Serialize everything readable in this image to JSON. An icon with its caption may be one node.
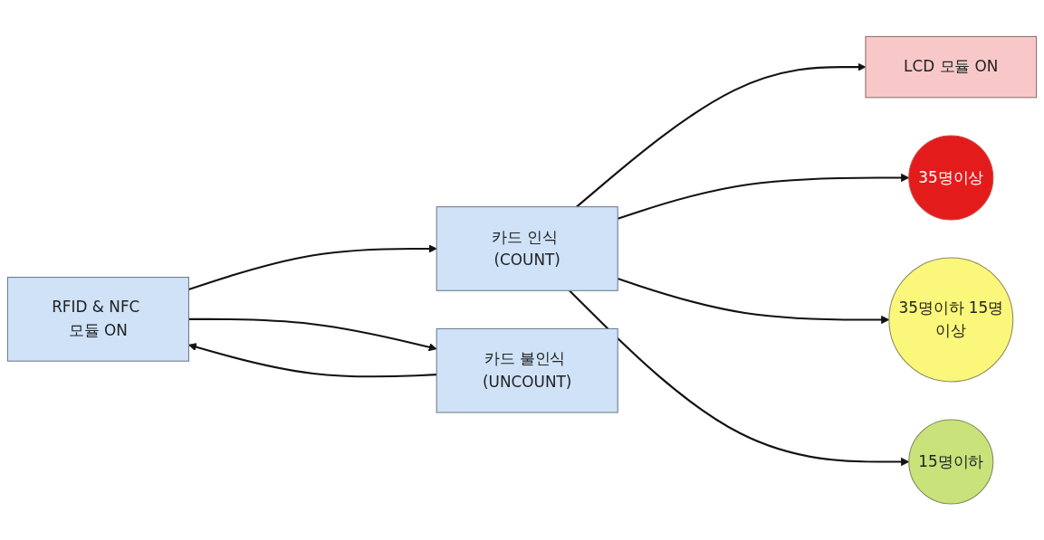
{
  "diagram": {
    "nodes": [
      {
        "text": [
          "RFID & NFC 모듈 ON"
        ]
      },
      {
        "text": [
          "LCD 모듈 ON"
        ]
      },
      {
        "text": [
          "카드 인식 (COUNT)"
        ]
      },
      {
        "text": [
          "카드 불인식 (UNCOUNT)"
        ]
      },
      {
        "text": [
          "35명이상"
        ]
      },
      {
        "text": [
          "35명이하 15명이상"
        ]
      },
      {
        "text": [
          "15명이하"
        ]
      }
    ],
    "edges": [
      {
        "from": 0,
        "to": 2,
        "arrow": "to"
      },
      {
        "from": 0,
        "to": 3,
        "arrow": "to"
      },
      {
        "from": 2,
        "to": 1,
        "arrow": "to"
      },
      {
        "from": 2,
        "to": 4,
        "arrow": "to"
      },
      {
        "from": 2,
        "to": 5,
        "arrow": "to"
      },
      {
        "from": 2,
        "to": 6,
        "arrow": "to"
      },
      {
        "from": 3,
        "to": 0,
        "arrow": "to"
      }
    ]
  }
}
